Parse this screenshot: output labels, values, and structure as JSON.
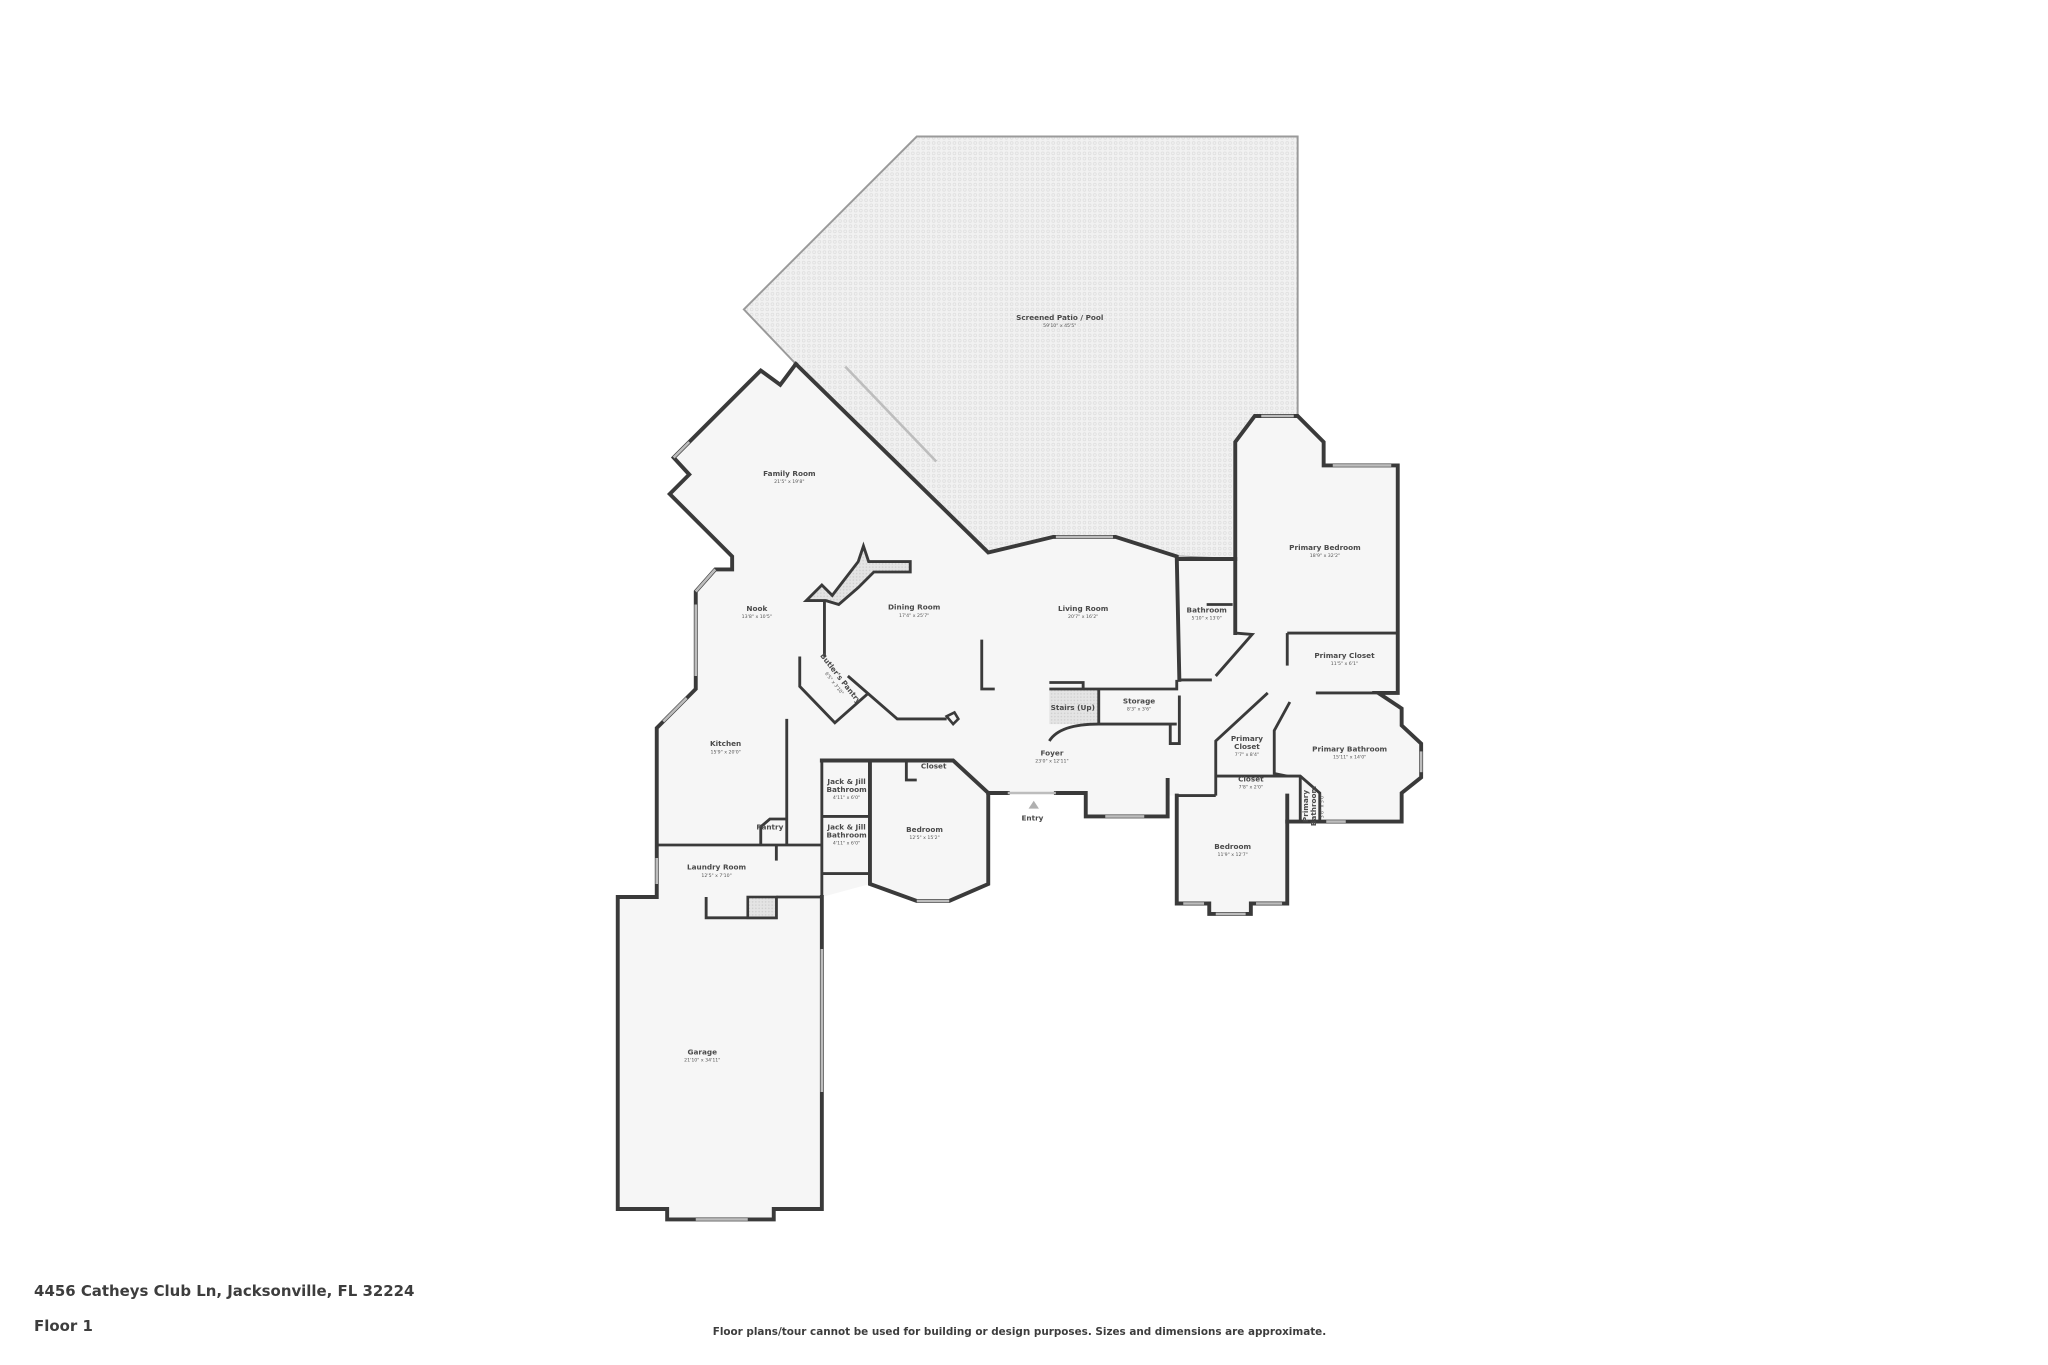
{
  "address": "4456 Catheys Club Ln, Jacksonville, FL 32224",
  "floor_label": "Floor 1",
  "disclaimer": "Floor plans/tour cannot be used for building or design purposes. Sizes and dimensions are approximate.",
  "entry_label": "Entry",
  "colors": {
    "wall": "#3a3a3a",
    "floor": "#f6f6f6",
    "patio": "#ececec",
    "window": "#bdbdbd"
  },
  "rooms": [
    {
      "name": "Screened Patio / Pool",
      "dims": "59'10\" x 45'5\""
    },
    {
      "name": "Family Room",
      "dims": "21'5\" x 19'8\""
    },
    {
      "name": "Nook",
      "dims": "13'8\" x 10'5\""
    },
    {
      "name": "Dining Room",
      "dims": "17'4\" x 25'7\""
    },
    {
      "name": "Living Room",
      "dims": "20'7\" x 16'2\""
    },
    {
      "name": "Bathroom",
      "dims": "5'10\" x 13'0\""
    },
    {
      "name": "Primary Bedroom",
      "dims": "18'9\" x 32'2\""
    },
    {
      "name": "Primary Closet",
      "dims": "11'5\" x 6'1\""
    },
    {
      "name": "Butler's Pantry",
      "dims": "6'5\" x 3'10\""
    },
    {
      "name": "Stairs (Up)",
      "dims": ""
    },
    {
      "name": "Storage",
      "dims": "8'3\" x 3'6\""
    },
    {
      "name": "Kitchen",
      "dims": "15'9\" x 20'0\""
    },
    {
      "name": "Foyer",
      "dims": "23'0\" x 12'11\""
    },
    {
      "name": "Primary Closet",
      "dims": "7'7\" x 8'4\""
    },
    {
      "name": "Primary Bathroom",
      "dims": "15'11\" x 14'0\""
    },
    {
      "name": "Closet",
      "dims": ""
    },
    {
      "name": "Jack & Jill Bathroom",
      "dims": "4'11\" x 6'0\""
    },
    {
      "name": "Jack & Jill Bathroom",
      "dims": "4'11\" x 6'0\""
    },
    {
      "name": "Bedroom",
      "dims": "12'5\" x 15'2\""
    },
    {
      "name": "Closet",
      "dims": "7'8\" x 2'0\""
    },
    {
      "name": "Primary Bathroom",
      "dims": "3'6\" x 5'0\""
    },
    {
      "name": "Bedroom",
      "dims": "11'9\" x 12'7\""
    },
    {
      "name": "Pantry",
      "dims": ""
    },
    {
      "name": "Laundry Room",
      "dims": "12'5\" x 7'10\""
    },
    {
      "name": "Garage",
      "dims": "21'10\" x 34'11\""
    }
  ]
}
